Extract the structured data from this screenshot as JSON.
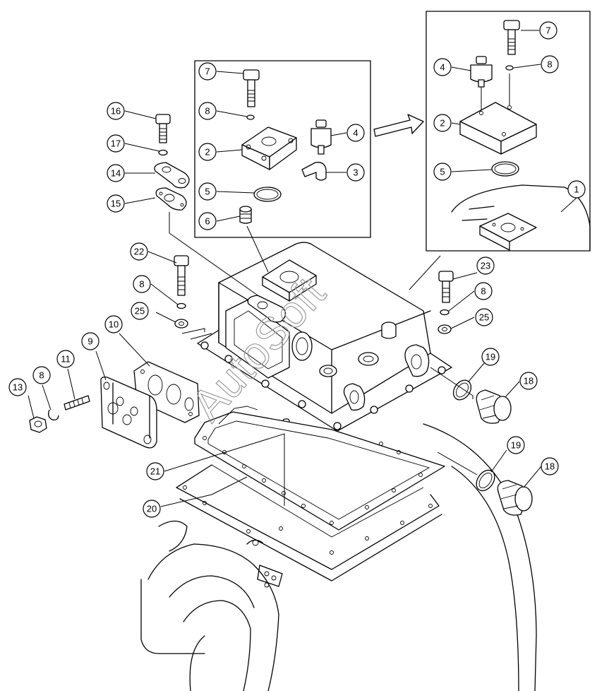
{
  "watermark": "AutoSoft",
  "detail_boxes": [
    {
      "name": "center-detail-box"
    },
    {
      "name": "right-detail-box"
    }
  ],
  "callouts": [
    {
      "label": "1"
    },
    {
      "label": "7"
    },
    {
      "label": "4"
    },
    {
      "label": "8"
    },
    {
      "label": "2"
    },
    {
      "label": "5"
    },
    {
      "label": "7"
    },
    {
      "label": "8"
    },
    {
      "label": "2"
    },
    {
      "label": "4"
    },
    {
      "label": "3"
    },
    {
      "label": "5"
    },
    {
      "label": "6"
    },
    {
      "label": "16"
    },
    {
      "label": "17"
    },
    {
      "label": "14"
    },
    {
      "label": "15"
    },
    {
      "label": "22"
    },
    {
      "label": "8"
    },
    {
      "label": "25"
    },
    {
      "label": "23"
    },
    {
      "label": "8"
    },
    {
      "label": "25"
    },
    {
      "label": "10"
    },
    {
      "label": "9"
    },
    {
      "label": "11"
    },
    {
      "label": "8"
    },
    {
      "label": "13"
    },
    {
      "label": "19"
    },
    {
      "label": "18"
    },
    {
      "label": "19"
    },
    {
      "label": "18"
    },
    {
      "label": "21"
    },
    {
      "label": "20"
    }
  ]
}
